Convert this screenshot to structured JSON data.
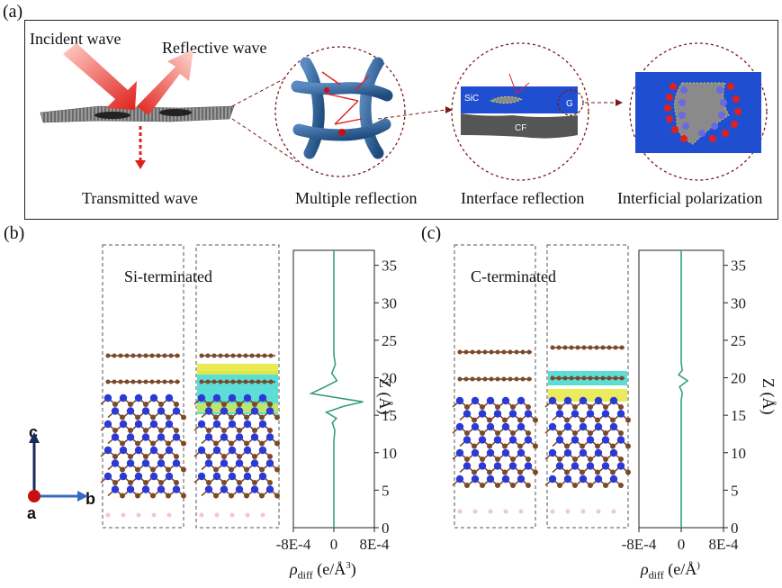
{
  "panel_a": {
    "letter": "(a)",
    "incident_wave": "Incident wave",
    "reflective_wave": "Reflective wave",
    "transmitted_wave": "Transmitted wave",
    "multiple_reflection": "Multiple reflection",
    "interface_reflection": "Interface reflection",
    "interficial_polarization": "Interficial polarization",
    "sic_label": "SiC",
    "cf_label": "CF",
    "g_label": "G",
    "colors": {
      "incident": "#e0201c",
      "foam": "#2a5a8c",
      "sic_blue": "#1f4fd0",
      "cf_gray": "#555555",
      "frame": "#7a1a1a"
    }
  },
  "panel_b": {
    "letter": "(b)",
    "structure_label": "Si-terminated",
    "axis_c": "c",
    "axis_b": "b",
    "axis_a": "a"
  },
  "panel_c": {
    "letter": "(c)",
    "structure_label": "C-terminated"
  },
  "axis": {
    "z_label": "Z (Å)",
    "x_label_main": "ρ",
    "x_label_sub": "diff",
    "x_label_units": " (e/Å",
    "x_label_sup": "3",
    "x_label_close": ")"
  },
  "chart_data": [
    {
      "type": "line",
      "panel": "b",
      "title": "",
      "xlabel": "ρdiff (e/Å3)",
      "ylabel": "Z (Å)",
      "xlim": [
        -0.0008,
        0.0008
      ],
      "ylim": [
        0,
        37
      ],
      "xticks": [
        "-8E-4",
        "0",
        "8E-4"
      ],
      "yticks": [
        "0",
        "5",
        "10",
        "15",
        "20",
        "25",
        "30",
        "35"
      ],
      "line_color": "#2a9a7a",
      "series": [
        {
          "x": [
            0,
            0,
            3e-05,
            -4e-05,
            6e-05,
            -0.0002,
            -0.00045,
            0.0001,
            0.00058,
            0.0002,
            -0.00015,
            5e-05,
            -3e-05,
            2e-05,
            0,
            0
          ],
          "y": [
            37,
            23,
            21.8,
            20.6,
            19.6,
            18.7,
            17.9,
            17.3,
            16.8,
            16.2,
            15.4,
            14.6,
            14.0,
            13.0,
            11.5,
            0
          ]
        }
      ]
    },
    {
      "type": "line",
      "panel": "c",
      "title": "",
      "xlabel": "ρdiff (e/Å3)",
      "ylabel": "Z (Å)",
      "xlim": [
        -0.0008,
        0.0008
      ],
      "ylim": [
        0,
        37
      ],
      "xticks": [
        "-8E-4",
        "0",
        "8E-4"
      ],
      "yticks": [
        "0",
        "5",
        "10",
        "15",
        "20",
        "25",
        "30",
        "35"
      ],
      "line_color": "#2a9a7a",
      "series": [
        {
          "x": [
            0,
            0,
            2e-05,
            -5e-05,
            0.00012,
            -3e-05,
            2e-05,
            0,
            0
          ],
          "y": [
            37,
            22,
            21.0,
            20.4,
            19.6,
            18.8,
            18.0,
            17.0,
            0
          ]
        }
      ]
    }
  ]
}
